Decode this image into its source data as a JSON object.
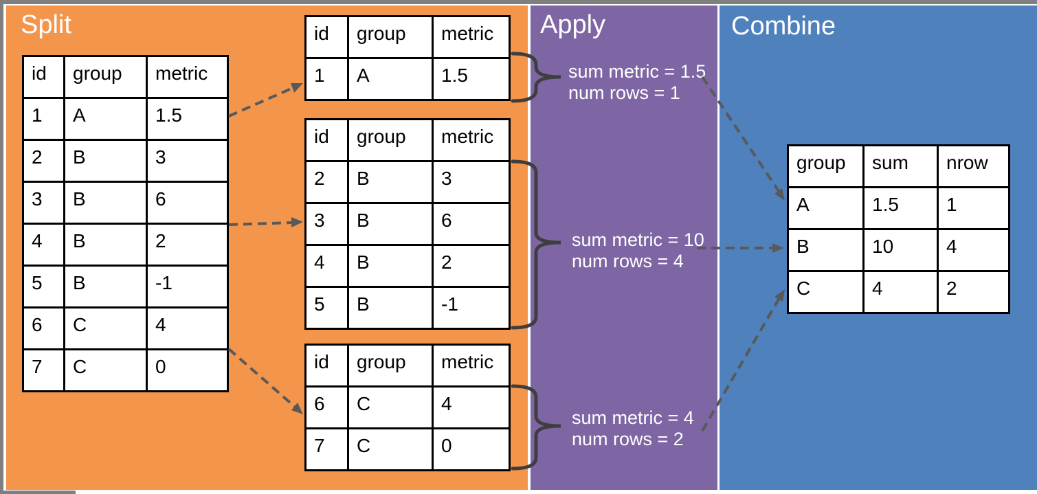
{
  "panels": {
    "split": {
      "title": "Split"
    },
    "apply": {
      "title": "Apply"
    },
    "combine": {
      "title": "Combine"
    }
  },
  "tables": {
    "source": {
      "columns": [
        "id",
        "group",
        "metric"
      ],
      "rows": [
        [
          "1",
          "A",
          "1.5"
        ],
        [
          "2",
          "B",
          "3"
        ],
        [
          "3",
          "B",
          "6"
        ],
        [
          "4",
          "B",
          "2"
        ],
        [
          "5",
          "B",
          "-1"
        ],
        [
          "6",
          "C",
          "4"
        ],
        [
          "7",
          "C",
          "0"
        ]
      ]
    },
    "group_a": {
      "columns": [
        "id",
        "group",
        "metric"
      ],
      "rows": [
        [
          "1",
          "A",
          "1.5"
        ]
      ]
    },
    "group_b": {
      "columns": [
        "id",
        "group",
        "metric"
      ],
      "rows": [
        [
          "2",
          "B",
          "3"
        ],
        [
          "3",
          "B",
          "6"
        ],
        [
          "4",
          "B",
          "2"
        ],
        [
          "5",
          "B",
          "-1"
        ]
      ]
    },
    "group_c": {
      "columns": [
        "id",
        "group",
        "metric"
      ],
      "rows": [
        [
          "6",
          "C",
          "4"
        ],
        [
          "7",
          "C",
          "0"
        ]
      ]
    },
    "result": {
      "columns": [
        "group",
        "sum",
        "nrow"
      ],
      "rows": [
        [
          "A",
          "1.5",
          "1"
        ],
        [
          "B",
          "10",
          "4"
        ],
        [
          "C",
          "4",
          "2"
        ]
      ]
    }
  },
  "annotations": [
    {
      "lines": [
        "sum metric = 1.5",
        "num rows = 1"
      ]
    },
    {
      "lines": [
        "sum metric = 10",
        "num rows = 4"
      ]
    },
    {
      "lines": [
        "sum metric = 4",
        "num rows = 2"
      ]
    }
  ],
  "colors": {
    "split_panel": "#F4954C",
    "apply_panel": "#7E66A4",
    "combine_panel": "#4F81BD",
    "frame": "#7F7F7F",
    "arrow": "#595959",
    "brace": "#3E3E3E",
    "table_border": "#000000",
    "title_text": "#FFFFFF"
  }
}
